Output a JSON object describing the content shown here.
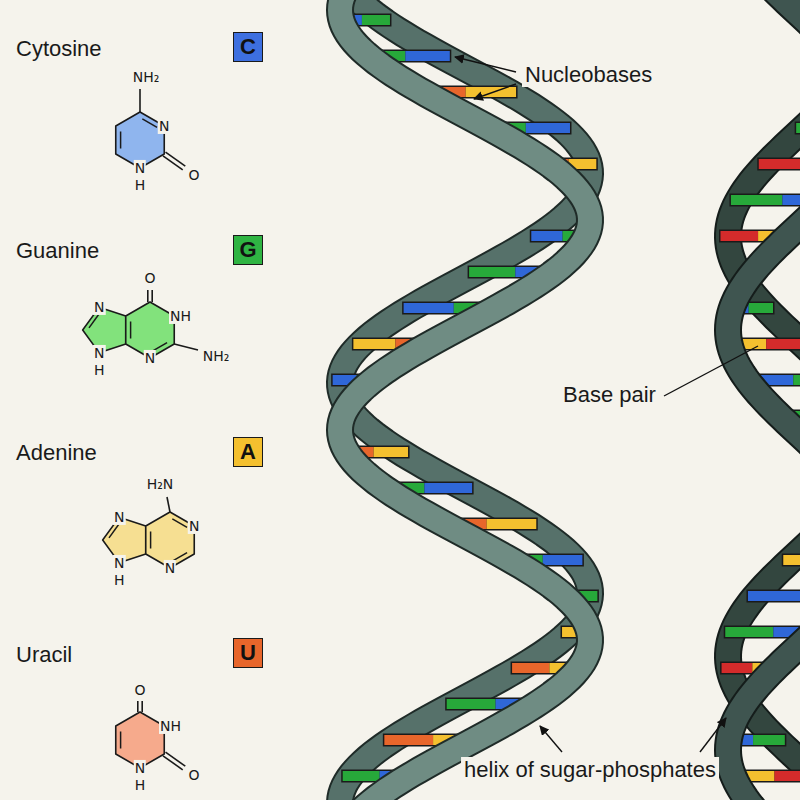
{
  "diagram": {
    "nodes": [
      {
        "text": [
          "C"
        ]
      },
      {
        "text": [
          "G"
        ]
      },
      {
        "text": [
          "A"
        ]
      },
      {
        "text": [
          "U"
        ]
      }
    ],
    "labels": [
      "Cytosine",
      "NH₂",
      "N",
      "N",
      "H",
      "O",
      "Guanine",
      "O",
      "NH",
      "N",
      "NH₂",
      "N",
      "N",
      "H",
      "Adenine",
      "H₂N",
      "N",
      "N",
      "N",
      "N",
      "H",
      "Uracil",
      "O",
      "NH",
      "O",
      "N",
      "H",
      "Nucleobases",
      "Base pair",
      "helix of sugar-phosphates"
    ]
  }
}
